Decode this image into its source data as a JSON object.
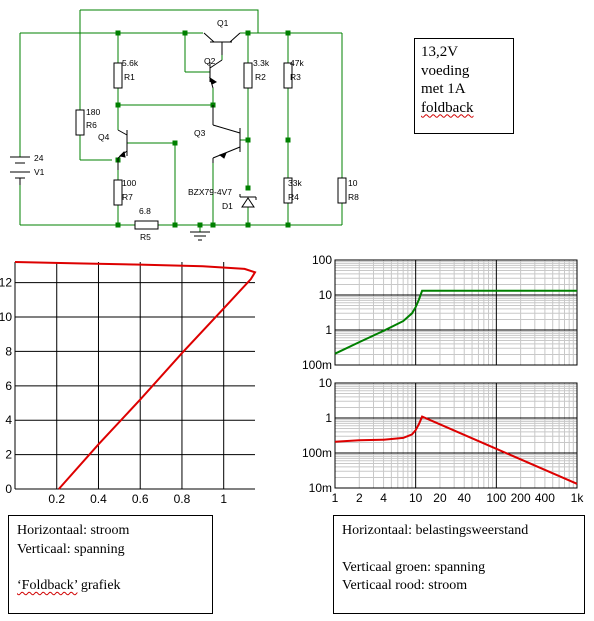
{
  "schematic": {
    "components": [
      {
        "ref": "Q1",
        "value": ""
      },
      {
        "ref": "Q2",
        "value": ""
      },
      {
        "ref": "Q3",
        "value": ""
      },
      {
        "ref": "Q4",
        "value": ""
      },
      {
        "ref": "R1",
        "value": "5.6k"
      },
      {
        "ref": "R2",
        "value": "3.3k"
      },
      {
        "ref": "R3",
        "value": "47k"
      },
      {
        "ref": "R4",
        "value": "33k"
      },
      {
        "ref": "R5",
        "value": "6.8"
      },
      {
        "ref": "R6",
        "value": "180"
      },
      {
        "ref": "R7",
        "value": "100"
      },
      {
        "ref": "R8",
        "value": "10"
      },
      {
        "ref": "V1",
        "value": "24"
      },
      {
        "ref": "D1",
        "value": "BZX79-4V7"
      }
    ],
    "wire_color": "#008000",
    "node_color": "#008000",
    "component_color": "#000000"
  },
  "title_box": {
    "line1": "13,2V",
    "line2": "voeding",
    "line3": "met 1A",
    "line4": "foldback"
  },
  "left_caption": {
    "line1": "Horizontaal: stroom",
    "line2": "Verticaal: spanning",
    "line3_quote": "‘Foldback’",
    "line3_rest": " grafiek"
  },
  "right_caption": {
    "line1": "Horizontaal: belastingsweerstand",
    "line2": "Verticaal groen: spanning",
    "line3": "Verticaal rood: stroom"
  },
  "chart_data": [
    {
      "type": "line",
      "title": "‘Foldback’ grafiek",
      "xlabel": "stroom",
      "ylabel": "spanning",
      "xlim": [
        0,
        1.15
      ],
      "ylim": [
        0,
        13.2
      ],
      "xticks": [
        "0.2",
        "0.4",
        "0.6",
        "0.8",
        "1"
      ],
      "yticks": [
        "0",
        "2",
        "4",
        "6",
        "8",
        "10",
        "12"
      ],
      "grid": true,
      "series": [
        {
          "color": "#dd0000",
          "x": [
            0.21,
            0.4,
            0.6,
            0.8,
            1.0,
            1.13,
            1.15,
            1.1,
            0.9,
            0.6,
            0.3,
            0.0
          ],
          "y": [
            0.0,
            2.6,
            5.2,
            7.9,
            10.5,
            12.2,
            12.6,
            12.8,
            12.95,
            13.05,
            13.12,
            13.2
          ]
        }
      ]
    },
    {
      "type": "line",
      "xlabel": "belastingsweerstand",
      "ylabel": "spanning",
      "xscale": "log",
      "yscale": "log",
      "xlim": [
        1,
        1000
      ],
      "ylim": [
        0.1,
        100
      ],
      "yticks": [
        "100m",
        "1",
        "10",
        "100"
      ],
      "grid": true,
      "series": [
        {
          "color": "#008000",
          "x": [
            1,
            2,
            4,
            7,
            9,
            10,
            11,
            12,
            20,
            100,
            1000
          ],
          "y": [
            0.21,
            0.45,
            0.95,
            1.8,
            3.0,
            4.5,
            7.5,
            13.2,
            13.2,
            13.2,
            13.2
          ]
        }
      ]
    },
    {
      "type": "line",
      "xlabel": "belastingsweerstand",
      "ylabel": "stroom",
      "xscale": "log",
      "yscale": "log",
      "xlim": [
        1,
        1000
      ],
      "ylim": [
        0.01,
        10
      ],
      "xticks": [
        "1",
        "2",
        "4",
        "10",
        "20",
        "40",
        "100",
        "200",
        "400",
        "1k"
      ],
      "yticks": [
        "10m",
        "100m",
        "1",
        "10"
      ],
      "grid": true,
      "series": [
        {
          "color": "#dd0000",
          "x": [
            1,
            2,
            4,
            7,
            9,
            10,
            11,
            12,
            20,
            100,
            1000
          ],
          "y": [
            0.21,
            0.23,
            0.24,
            0.27,
            0.34,
            0.45,
            0.68,
            1.1,
            0.66,
            0.132,
            0.0132
          ]
        }
      ]
    }
  ]
}
